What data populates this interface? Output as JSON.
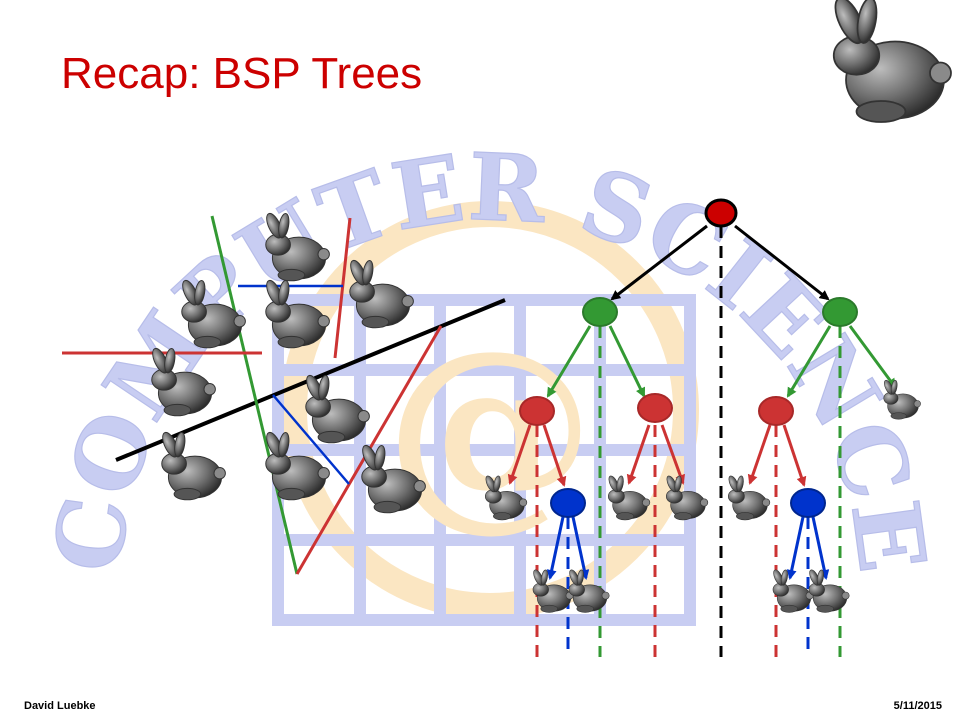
{
  "slide": {
    "title": "Recap: BSP Trees",
    "footer_author": "David Luebke",
    "footer_date": "5/11/2015"
  },
  "watermark": {
    "text": "COMPUTER SCIENCE",
    "emblem_glyph": "@"
  },
  "colors": {
    "title": "#cc0000",
    "root_split": "#000000",
    "level1_split": "#339933",
    "level2_split": "#cc3333",
    "level3_split": "#0033cc",
    "watermark_text": "#c8cdf2",
    "watermark_emblem": "#fbe6c2"
  },
  "tree": {
    "root": {
      "level": "root",
      "color": "#cc0000"
    },
    "level1": {
      "count": 2,
      "color": "#339933"
    },
    "level2": {
      "count": 3,
      "color": "#cc3333"
    },
    "level3": {
      "count": 2,
      "color": "#0033cc"
    },
    "leaf_icon": "bunny-icon"
  },
  "scene": {
    "bunny_count": 9,
    "partition_lines": [
      "black",
      "green",
      "red",
      "blue"
    ]
  }
}
